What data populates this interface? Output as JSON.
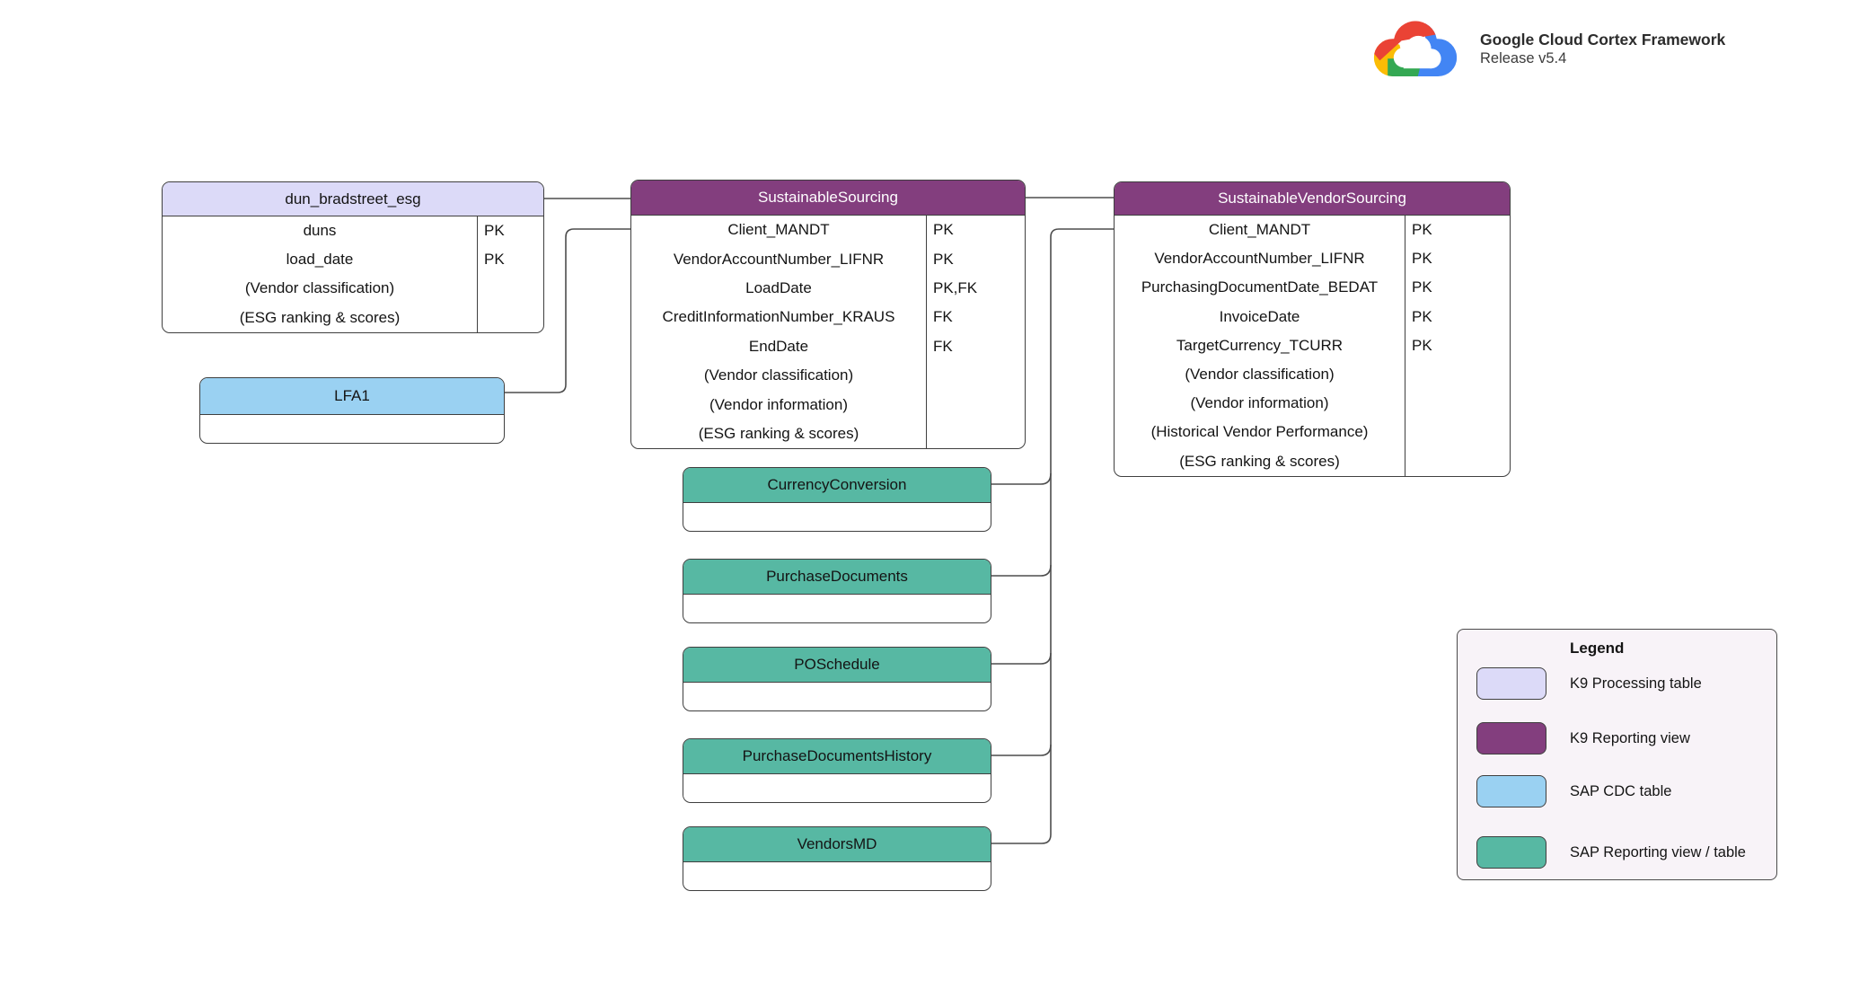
{
  "header": {
    "title": "Google Cloud Cortex Framework",
    "subtitle": "Release v5.4",
    "logo_icon": "google-cloud-logo"
  },
  "colors": {
    "k9_processing": "#dcdaf8",
    "k9_reporting": "#833e7e",
    "sap_cdc": "#9ad1f2",
    "sap_reporting": "#57b8a3",
    "legend_bg": "#f8f3f8",
    "connector": "#4d4d4d",
    "google_red": "#EA4335",
    "google_blue": "#4285F4",
    "google_green": "#34A853",
    "google_yellow": "#FBBC05"
  },
  "entities": {
    "dun_bradstreet_esg": {
      "title": "dun_bradstreet_esg",
      "type": "K9 Processing table",
      "rows": [
        {
          "name": "duns",
          "key": "PK"
        },
        {
          "name": "load_date",
          "key": "PK"
        },
        {
          "name": "(Vendor classification)",
          "key": ""
        },
        {
          "name": "(ESG ranking & scores)",
          "key": ""
        }
      ]
    },
    "sustainable_sourcing": {
      "title": "SustainableSourcing",
      "type": "K9 Reporting view",
      "rows": [
        {
          "name": "Client_MANDT",
          "key": "PK"
        },
        {
          "name": "VendorAccountNumber_LIFNR",
          "key": "PK"
        },
        {
          "name": "LoadDate",
          "key": "PK,FK"
        },
        {
          "name": "CreditInformationNumber_KRAUS",
          "key": "FK"
        },
        {
          "name": "EndDate",
          "key": "FK"
        },
        {
          "name": "(Vendor classification)",
          "key": ""
        },
        {
          "name": "(Vendor information)",
          "key": ""
        },
        {
          "name": "(ESG ranking & scores)",
          "key": ""
        }
      ]
    },
    "sustainable_vendor_sourcing": {
      "title": "SustainableVendorSourcing",
      "type": "K9 Reporting view",
      "rows": [
        {
          "name": "Client_MANDT",
          "key": "PK"
        },
        {
          "name": "VendorAccountNumber_LIFNR",
          "key": "PK"
        },
        {
          "name": "PurchasingDocumentDate_BEDAT",
          "key": "PK"
        },
        {
          "name": "InvoiceDate",
          "key": "PK"
        },
        {
          "name": "TargetCurrency_TCURR",
          "key": "PK"
        },
        {
          "name": "(Vendor classification)",
          "key": ""
        },
        {
          "name": "(Vendor information)",
          "key": ""
        },
        {
          "name": "(Historical Vendor Performance)",
          "key": ""
        },
        {
          "name": "(ESG ranking & scores)",
          "key": ""
        }
      ]
    },
    "lfa1": {
      "title": "LFA1",
      "type": "SAP CDC table",
      "rows": []
    },
    "currency_conversion": {
      "title": "CurrencyConversion",
      "type": "SAP Reporting view / table",
      "rows": []
    },
    "purchase_documents": {
      "title": "PurchaseDocuments",
      "type": "SAP Reporting view / table",
      "rows": []
    },
    "po_schedule": {
      "title": "POSchedule",
      "type": "SAP Reporting view / table",
      "rows": []
    },
    "purchase_documents_history": {
      "title": "PurchaseDocumentsHistory",
      "type": "SAP Reporting view / table",
      "rows": []
    },
    "vendors_md": {
      "title": "VendorsMD",
      "type": "SAP Reporting view / table",
      "rows": []
    }
  },
  "legend": {
    "title": "Legend",
    "items": [
      {
        "swatch": "k9_processing",
        "label": "K9 Processing table"
      },
      {
        "swatch": "k9_reporting",
        "label": "K9 Reporting view"
      },
      {
        "swatch": "sap_cdc",
        "label": "SAP CDC table"
      },
      {
        "swatch": "sap_reporting",
        "label": "SAP Reporting view / table"
      }
    ]
  }
}
